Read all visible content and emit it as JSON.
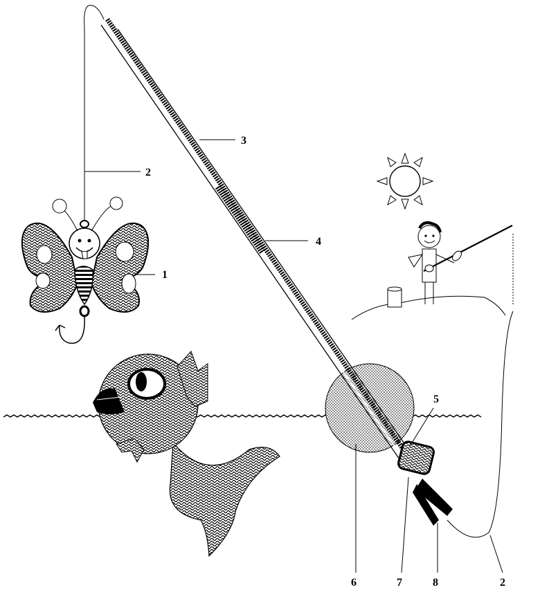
{
  "diagram": {
    "labels": {
      "bait": "1",
      "line_top": "2",
      "rod_outer": "3",
      "rod_inner": "4",
      "line_guide": "5",
      "float_ball": "6",
      "reel": "7",
      "handle": "8",
      "line_bottom": "2"
    }
  },
  "colors": {
    "ink": "#000000",
    "paper": "#ffffff"
  }
}
